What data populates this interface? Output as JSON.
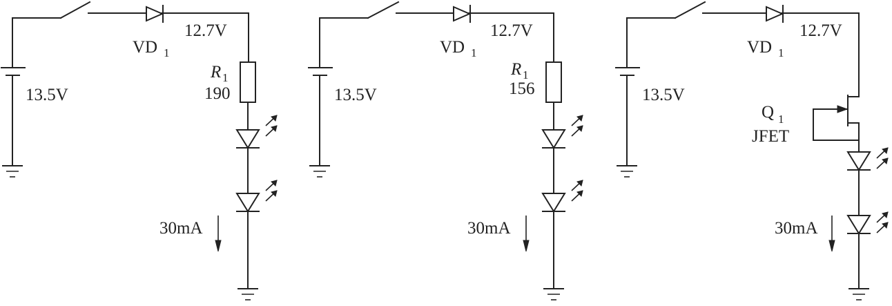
{
  "colors": {
    "ink": "#222222",
    "background": "#ffffff"
  },
  "circuits": [
    {
      "battery_voltage": "13.5V",
      "diode_label": "VD",
      "diode_sub": "1",
      "node_voltage": "12.7V",
      "resistor_label": "R",
      "resistor_sub": "1",
      "resistor_value": "190",
      "current": "30mA"
    },
    {
      "battery_voltage": "13.5V",
      "diode_label": "VD",
      "diode_sub": "1",
      "node_voltage": "12.7V",
      "resistor_label": "R",
      "resistor_sub": "1",
      "resistor_value": "156",
      "current": "30mA"
    },
    {
      "battery_voltage": "13.5V",
      "diode_label": "VD",
      "diode_sub": "1",
      "node_voltage": "12.7V",
      "transistor_label": "Q",
      "transistor_sub": "1",
      "transistor_type": "JFET",
      "current": "30mA"
    }
  ]
}
